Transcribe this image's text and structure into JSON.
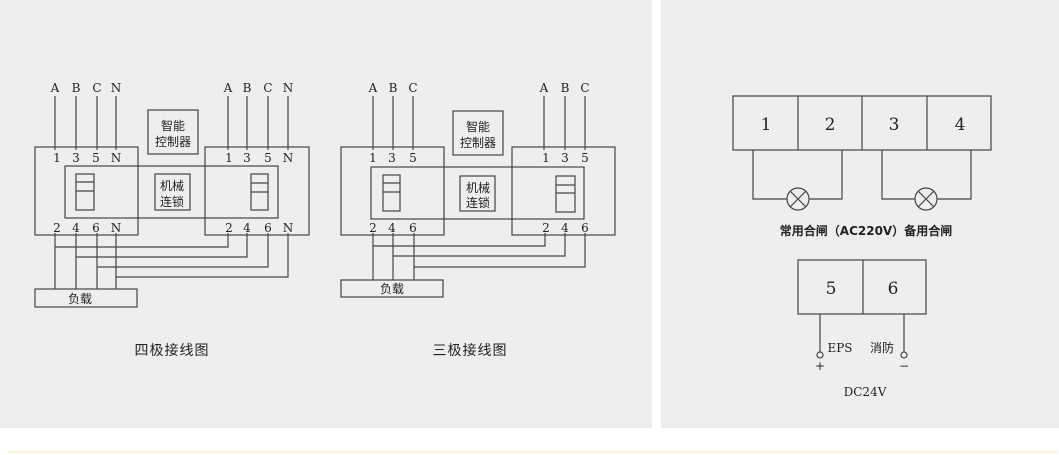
{
  "four_pole": {
    "title": "四极接线图",
    "phases": [
      "A",
      "B",
      "C",
      "N"
    ],
    "top_terminals": [
      "1",
      "3",
      "5",
      "N"
    ],
    "bottom_terminals": [
      "2",
      "4",
      "6",
      "N"
    ],
    "controller": [
      "智能",
      "控制器"
    ],
    "interlock": [
      "机械",
      "连锁"
    ],
    "load": "负载"
  },
  "three_pole": {
    "title": "三极接线图",
    "phases": [
      "A",
      "B",
      "C"
    ],
    "top_terminals": [
      "1",
      "3",
      "5"
    ],
    "bottom_terminals": [
      "2",
      "4",
      "6"
    ],
    "controller": [
      "智能",
      "控制器"
    ],
    "interlock": [
      "机械",
      "连锁"
    ],
    "load": "负载"
  },
  "signals": {
    "terminals": [
      "1",
      "2",
      "3",
      "4"
    ],
    "lamp_label": "常用合闸（AC220V）备用合闸",
    "fire_terminals": [
      "5",
      "6"
    ],
    "eps": "EPS",
    "fire": "消防",
    "plus": "+",
    "minus": "−",
    "voltage": "DC24V"
  }
}
